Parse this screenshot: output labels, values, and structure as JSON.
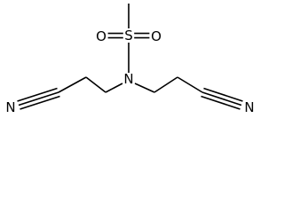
{
  "structure": {
    "atoms": {
      "sulfur": "S",
      "oxygen_left": "O",
      "oxygen_right": "O",
      "nitrogen_amine": "N",
      "nitrogen_nitrile_left": "N",
      "nitrogen_nitrile_right": "N"
    }
  },
  "colors": {
    "bond": "#000000",
    "label": "#000000",
    "background": "#ffffff"
  }
}
